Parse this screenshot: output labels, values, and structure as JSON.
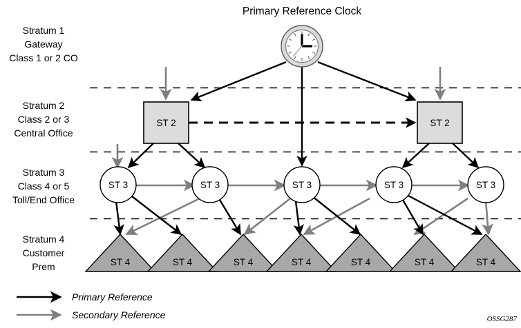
{
  "title": "Primary Reference Clock",
  "caption": "OSSG287",
  "colors": {
    "primary_reference": "#000000",
    "secondary_reference": "#7f7f7f",
    "node_fill_st2": "#dcdcdc",
    "node_fill_st4": "#a8a8a8",
    "node_fill_st3": "#ffffff",
    "clock_bezel": "#d9d9d9",
    "clock_face": "#ffffff",
    "background": "#ffffff"
  },
  "strata": [
    {
      "id": "stratum-1",
      "lines": [
        "Stratum 1",
        "Gateway",
        "Class 1 or 2 CO"
      ]
    },
    {
      "id": "stratum-2",
      "lines": [
        "Stratum 2",
        "Class 2 or 3",
        "Central Office"
      ]
    },
    {
      "id": "stratum-3",
      "lines": [
        "Stratum 3",
        "Class 4 or 5",
        "Toll/End Office"
      ]
    },
    {
      "id": "stratum-4",
      "lines": [
        "Stratum 4",
        "Customer",
        "Prem"
      ]
    }
  ],
  "nodes": {
    "clock": {
      "label": "Primary Reference Clock",
      "icon": "clock-icon"
    },
    "st2": [
      {
        "label": "ST 2"
      },
      {
        "label": "ST 2"
      }
    ],
    "st3": [
      {
        "label": "ST 3"
      },
      {
        "label": "ST 3"
      },
      {
        "label": "ST 3"
      },
      {
        "label": "ST 3"
      },
      {
        "label": "ST 3"
      }
    ],
    "st4": [
      {
        "label": "ST 4"
      },
      {
        "label": "ST 4"
      },
      {
        "label": "ST 4"
      },
      {
        "label": "ST 4"
      },
      {
        "label": "ST 4"
      },
      {
        "label": "ST 4"
      },
      {
        "label": "ST 4"
      }
    ]
  },
  "legend": [
    {
      "id": "legend-primary",
      "label": "Primary Reference",
      "color": "#000000"
    },
    {
      "id": "legend-secondary",
      "label": "Secondary Reference",
      "color": "#7f7f7f"
    }
  ]
}
